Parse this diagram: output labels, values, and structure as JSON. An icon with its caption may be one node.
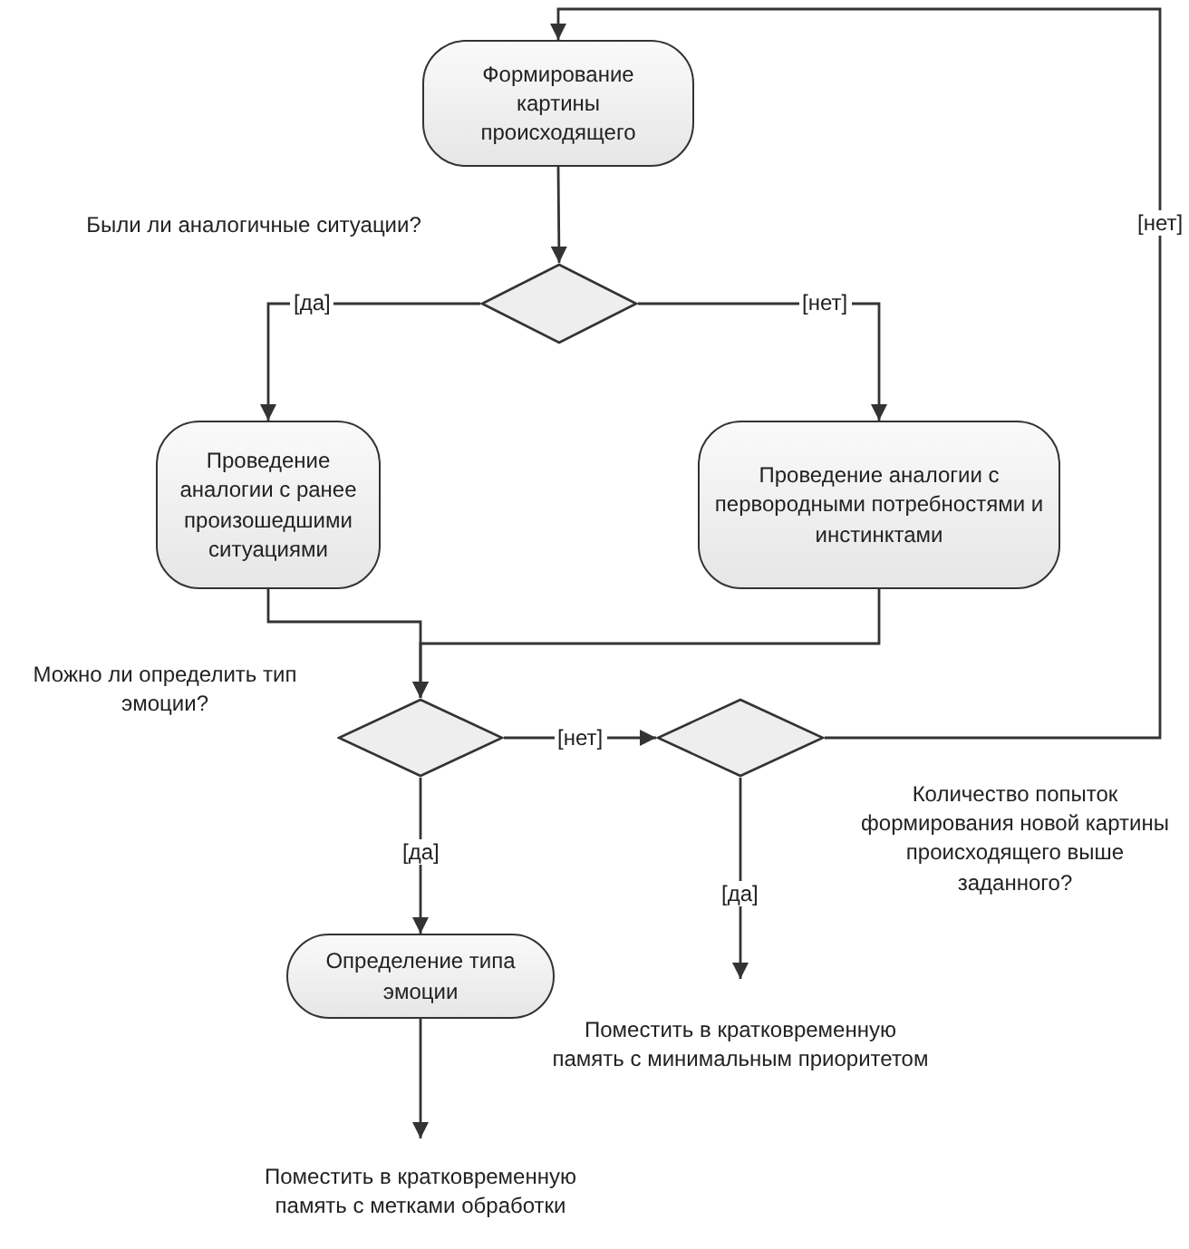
{
  "diagram": {
    "nodes": [
      {
        "text": [
          "Формирование картины происходящего"
        ]
      },
      {
        "text": [],
        "shape": "diamond",
        "beside": [
          "Были ли аналогичные ситуации?"
        ]
      },
      {
        "text": [
          "Проведение аналогии с ранее произошедшими ситуациями"
        ]
      },
      {
        "text": [
          "Проведение аналогии с первородными потребностями и инстинктами"
        ]
      },
      {
        "text": [],
        "shape": "diamond",
        "beside": [
          "Можно ли определить тип эмоции?"
        ]
      },
      {
        "text": [],
        "shape": "diamond",
        "beside": [
          "Количество попыток формирования новой картины происходящего выше заданного?"
        ]
      },
      {
        "text": [
          "Определение типа эмоции"
        ]
      },
      {
        "text": [
          "Поместить в кратковременную память с метками обработки"
        ]
      },
      {
        "text": [
          "Поместить в кратковременную память с минимальным приоритетом"
        ]
      }
    ],
    "edges": [
      {
        "from": 0,
        "to": 1,
        "arrow": "to"
      },
      {
        "from": 1,
        "to": 2,
        "arrow": "to",
        "label": "[да]"
      },
      {
        "from": 1,
        "to": 3,
        "arrow": "to",
        "label": "[нет]"
      },
      {
        "from": 2,
        "to": 4,
        "arrow": "to"
      },
      {
        "from": 3,
        "to": 4,
        "arrow": "to"
      },
      {
        "from": 4,
        "to": 5,
        "arrow": "to",
        "label": "[нет]"
      },
      {
        "from": 5,
        "to": 0,
        "arrow": "to",
        "label": "[нет]"
      },
      {
        "from": 4,
        "to": 6,
        "arrow": "to",
        "label": "[да]"
      },
      {
        "from": 5,
        "to": 8,
        "arrow": "to",
        "label": "[да]"
      },
      {
        "from": 6,
        "to": 7,
        "arrow": "to"
      }
    ]
  }
}
